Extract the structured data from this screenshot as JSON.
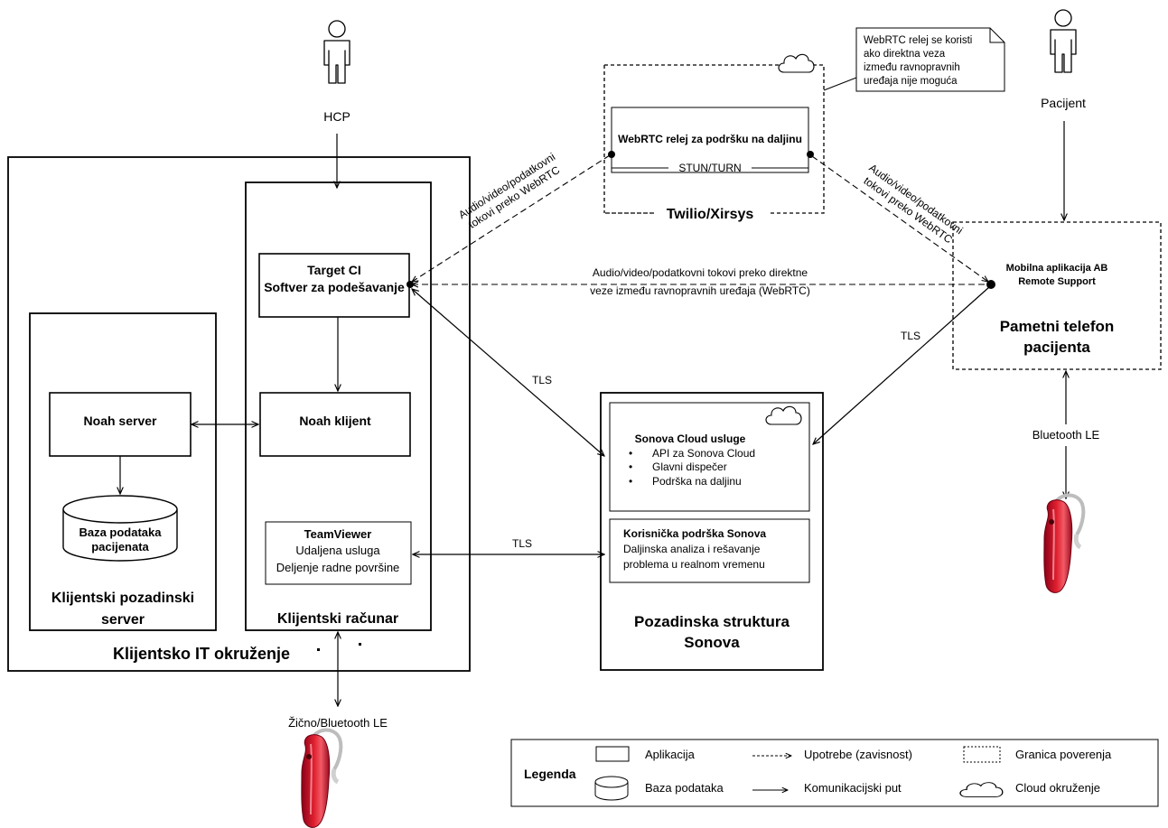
{
  "actors": {
    "hcp": "HCP",
    "patient": "Pacijent"
  },
  "client_env": {
    "title": "Klijentsko IT okruženje",
    "backend_server": {
      "title_1": "Klijentski pozadinski",
      "title_2": "server",
      "noah_server": "Noah server",
      "database_1": "Baza podataka",
      "database_2": "pacijenata"
    },
    "client_computer": {
      "title": "Klijentski računar",
      "target_ci_1": "Target CI",
      "target_ci_2": "Softver za podešavanje",
      "noah_client": "Noah klijent",
      "teamviewer_title": "TeamViewer",
      "teamviewer_line1": "Udaljena usluga",
      "teamviewer_line2": "Deljenje radne površine"
    }
  },
  "relay": {
    "boundary_label": "Twilio/Xirsys",
    "app_title": "WebRTC relej za podršku na daljinu",
    "protocol": "STUN/TURN",
    "note_lines": [
      "WebRTC relej se koristi",
      "ako direktna veza",
      "između ravnopravnih",
      "uređaja nije moguća"
    ]
  },
  "smartphone": {
    "app_line1": "Mobilna aplikacija AB",
    "app_line2": "Remote Support",
    "title_1": "Pametni telefon",
    "title_2": "pacijenta"
  },
  "sonova_backend": {
    "title_1": "Pozadinska struktura",
    "title_2": "Sonova",
    "cloud_title": "Sonova Cloud usluge",
    "cloud_items": [
      "API za Sonova Cloud",
      "Glavni dispečer",
      "Podrška na daljinu"
    ],
    "support_title": "Korisnička podrška Sonova",
    "support_line1": "Daljinska analiza i rešavanje",
    "support_line2": "problema u realnom vremenu"
  },
  "edges": {
    "relay_left_1": "Audio/video/podatkovni",
    "relay_left_2": "tokovi preko WebRTC",
    "relay_right_1": "Audio/video/podatkovni",
    "relay_right_2": "tokovi preko WebRTC",
    "direct_1": "Audio/video/podatkovni tokovi preko direktne",
    "direct_2": "veze između ravnopravnih uređaja (WebRTC)",
    "tls_target": "TLS",
    "tls_teamviewer": "TLS",
    "tls_phone": "TLS",
    "bluetooth_phone": "Bluetooth LE",
    "wired_bluetooth": "Žično/Bluetooth LE"
  },
  "legend": {
    "title": "Legenda",
    "application": "Aplikacija",
    "database": "Baza podataka",
    "uses": "Upotrebe (zavisnost)",
    "comm_path": "Komunikacijski put",
    "trust_boundary": "Granica poverenja",
    "cloud_env": "Cloud okruženje"
  },
  "colors": {
    "hearing_aid_body": "#c8102e",
    "hearing_aid_highlight": "#f05060",
    "hearing_aid_tube": "#bfbfbf"
  },
  "icons": [
    "person-icon",
    "cloud-icon",
    "database-icon",
    "hearing-aid-icon",
    "note-icon"
  ]
}
